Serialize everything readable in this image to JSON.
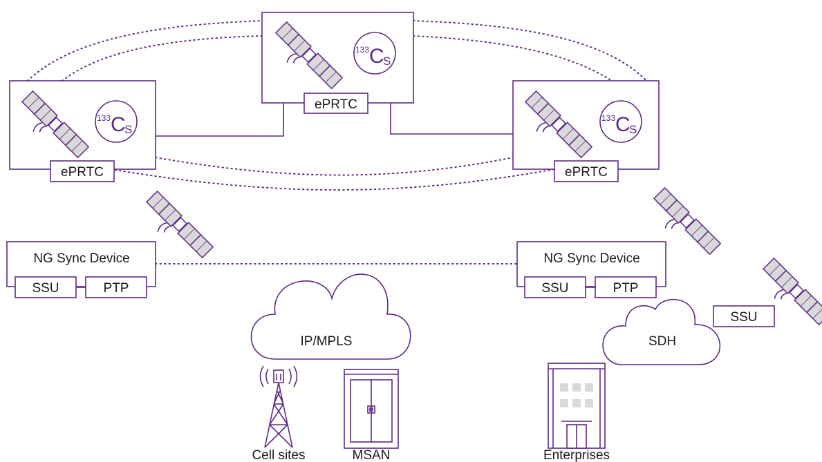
{
  "colors": {
    "accent": "#5b2a86",
    "panel_fill": "#d9d9d9",
    "text": "#1a1a1a"
  },
  "eprtc_label": "ePRTC",
  "isotope": {
    "mass": "133",
    "symbol": "C",
    "subscript": "S"
  },
  "ng_sync_label": "NG Sync Device",
  "ssu_label": "SSU",
  "ptp_label": "PTP",
  "clouds": {
    "ipmpls": "IP/MPLS",
    "sdh": "SDH"
  },
  "endpoints": {
    "cell_sites": "Cell sites",
    "msan": "MSAN",
    "enterprises": "Enterprises"
  },
  "icons": [
    "satellite-icon",
    "cesium-clock-icon",
    "cell-tower-icon",
    "msan-cabinet-icon",
    "building-icon",
    "cloud-icon"
  ]
}
